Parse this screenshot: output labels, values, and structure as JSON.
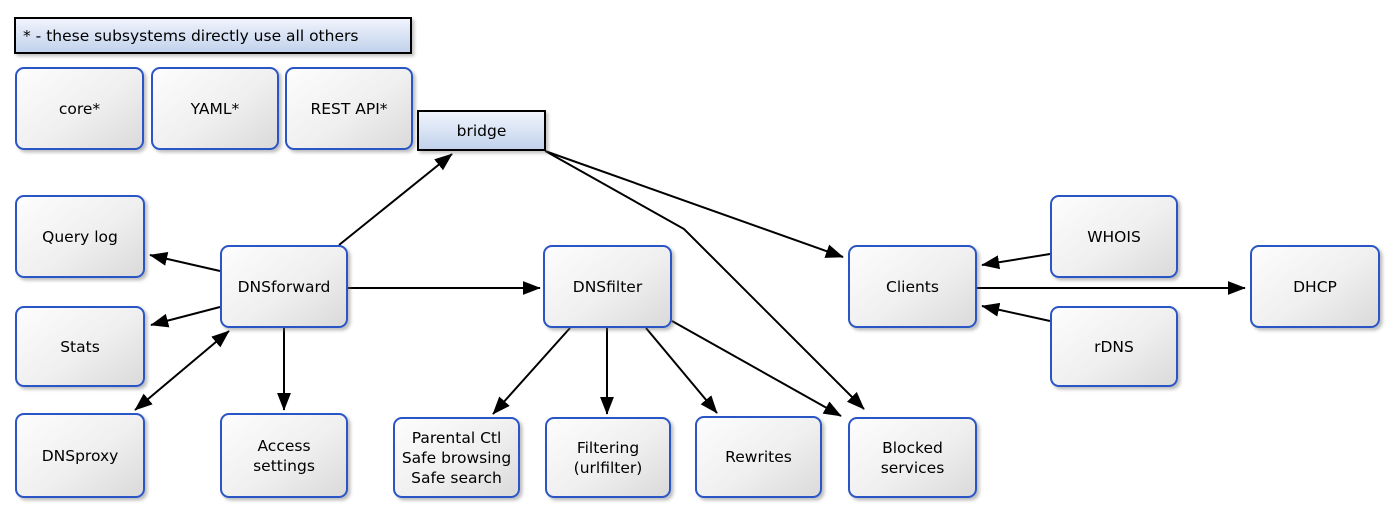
{
  "diagram": {
    "title_note": "* - these subsystems directly use all others",
    "nodes": {
      "core": "core*",
      "yaml": "YAML*",
      "rest_api": "REST API*",
      "bridge": "bridge",
      "query_log": "Query log",
      "stats": "Stats",
      "dnsproxy": "DNSproxy",
      "dnsforward": "DNSforward",
      "access_settings": "Access\nsettings",
      "dnsfilter": "DNSfilter",
      "parental": "Parental Ctl\nSafe browsing\nSafe search",
      "filtering": "Filtering\n(urlfilter)",
      "rewrites": "Rewrites",
      "blocked_services": "Blocked\nservices",
      "clients": "Clients",
      "whois": "WHOIS",
      "rdns": "rDNS",
      "dhcp": "DHCP"
    },
    "edges": [
      {
        "from": "DNSforward",
        "to": "bridge",
        "bidirectional": false
      },
      {
        "from": "bridge",
        "to": "Clients",
        "bidirectional": false
      },
      {
        "from": "bridge",
        "to": "Blocked services",
        "bidirectional": false
      },
      {
        "from": "DNSforward",
        "to": "Query log",
        "bidirectional": false
      },
      {
        "from": "DNSforward",
        "to": "Stats",
        "bidirectional": false
      },
      {
        "from": "DNSforward",
        "to": "DNSproxy",
        "bidirectional": true
      },
      {
        "from": "DNSforward",
        "to": "Access settings",
        "bidirectional": false
      },
      {
        "from": "DNSforward",
        "to": "DNSfilter",
        "bidirectional": false
      },
      {
        "from": "DNSfilter",
        "to": "Parental Ctl Safe browsing Safe search",
        "bidirectional": false
      },
      {
        "from": "DNSfilter",
        "to": "Filtering (urlfilter)",
        "bidirectional": false
      },
      {
        "from": "DNSfilter",
        "to": "Rewrites",
        "bidirectional": false
      },
      {
        "from": "DNSfilter",
        "to": "Blocked services",
        "bidirectional": false
      },
      {
        "from": "WHOIS",
        "to": "Clients",
        "bidirectional": false
      },
      {
        "from": "rDNS",
        "to": "Clients",
        "bidirectional": false
      },
      {
        "from": "Clients",
        "to": "DHCP",
        "bidirectional": false
      }
    ],
    "colors": {
      "node_border": "#2a55c4",
      "node_fill_top": "#fdfdfd",
      "node_fill_bottom": "#dadada",
      "banner_fill_top": "#f0f4fc",
      "banner_fill_bottom": "#c2d2ec",
      "banner_border": "#000000",
      "arrow": "#000000",
      "background": "#ffffff"
    }
  }
}
